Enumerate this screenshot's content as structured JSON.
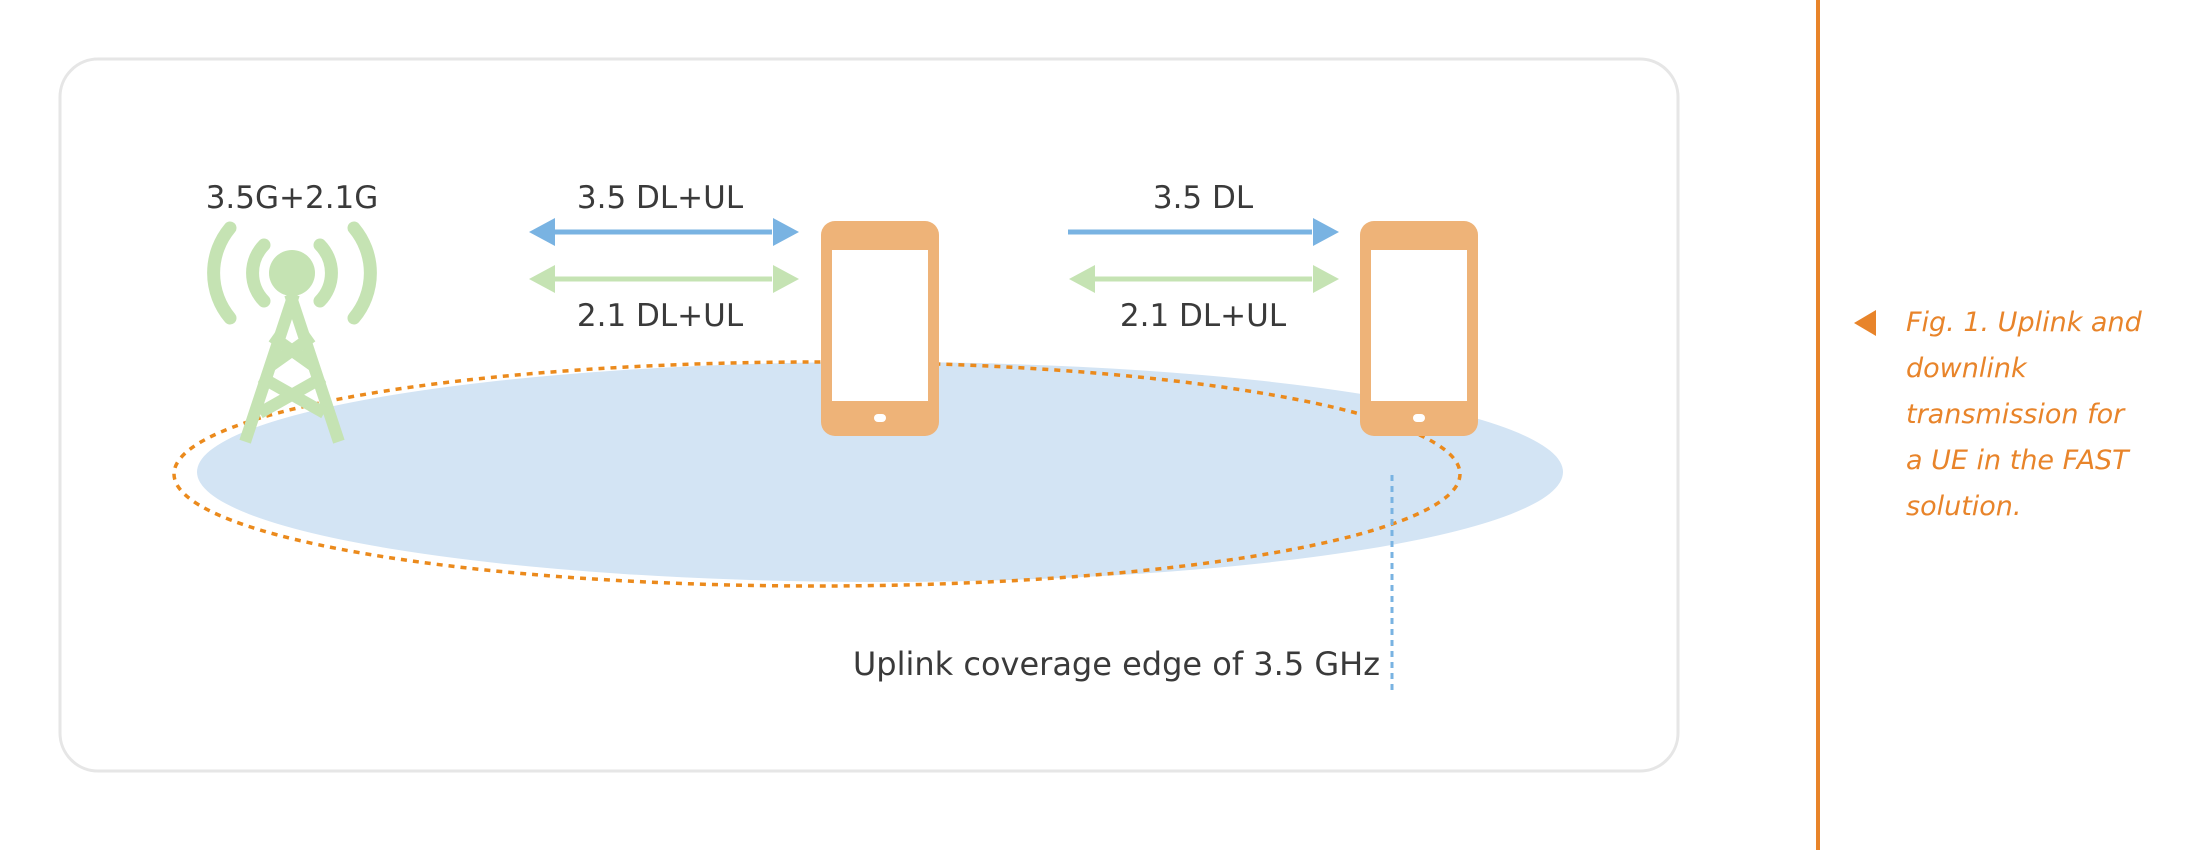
{
  "labels": {
    "bs_bands": "3.5G+2.1G",
    "ue1_top": "3.5 DL+UL",
    "ue1_bottom": "2.1 DL+UL",
    "ue2_top": "3.5 DL",
    "ue2_bottom": "2.1 DL+UL",
    "coverage_edge": "Uplink coverage edge of 3.5 GHz"
  },
  "caption": {
    "text": "Fig. 1. Uplink and downlink transmission for a UE in the FAST solution."
  },
  "colors": {
    "band_3_5": "#79b3e2",
    "band_2_1": "#c5e3b3",
    "tower": "#c5e3b3",
    "phone": "#eeb378",
    "coverage_fill": "#d3e4f4",
    "uplink_edge": "#eb8a1c",
    "accent": "#e8842a",
    "panel_border": "#e6e6e6"
  },
  "icons": {
    "base_station": "radio-tower-icon",
    "ue": "smartphone-icon",
    "caption_marker": "triangle-left-icon"
  }
}
